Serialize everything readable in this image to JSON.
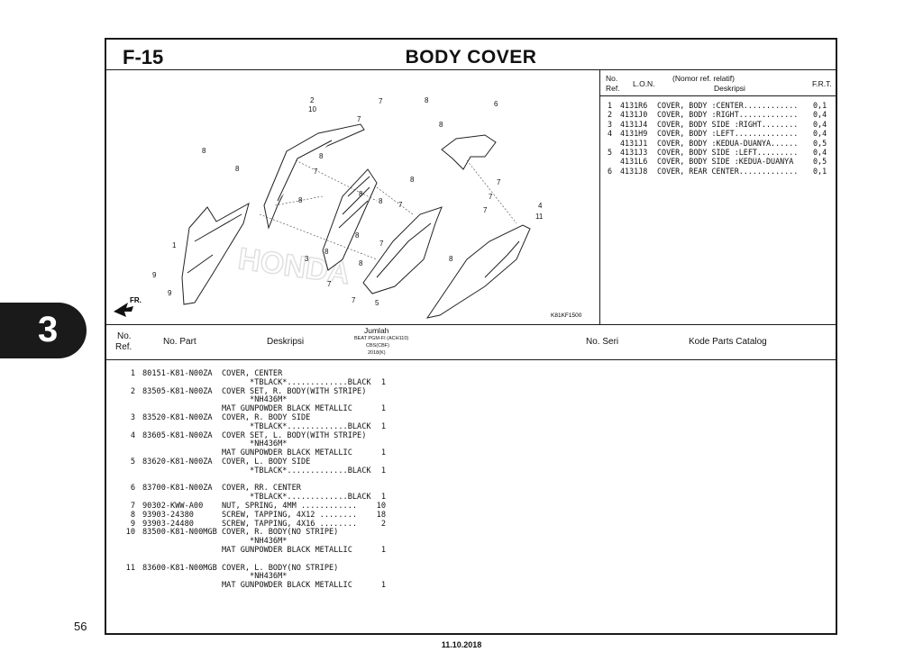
{
  "section_tab": "3",
  "header": {
    "code": "F-15",
    "title": "BODY COVER"
  },
  "diagram": {
    "drawing_code": "K81KF1500",
    "watermark": "HONDA",
    "arrow_label": "FR.",
    "callouts": {
      "c2": "2",
      "c10": "10",
      "c7a": "7",
      "c7b": "7",
      "c8top": "8",
      "c6": "6",
      "c8top2": "8",
      "c8a": "8",
      "c8b": "8",
      "c8c": "8",
      "c7c": "7",
      "c8d": "8",
      "c7d": "7",
      "c8e": "8",
      "c8f": "8",
      "c8g": "8",
      "c7e": "7",
      "c8h": "8",
      "c8i": "8",
      "c3": "3",
      "c8j": "8",
      "c7f": "7",
      "c7g": "7",
      "c5": "5",
      "c1": "1",
      "c9a": "9",
      "c9b": "9",
      "c7h": "7",
      "c7i": "7",
      "c7j": "7",
      "c4": "4",
      "c11": "11",
      "c8k": "8"
    }
  },
  "ref_table": {
    "headers": {
      "no": "No.",
      "ref": "Ref.",
      "lon": "L.O.N.",
      "nomor": "(Nomor ref. relatif)",
      "deskripsi": "Deskripsi",
      "frt": "F.R.T."
    },
    "rows": [
      {
        "no": "1",
        "lon": "4131R6",
        "desc": "COVER, BODY :CENTER............",
        "frt": "0,1"
      },
      {
        "no": "2",
        "lon": "4131J0",
        "desc": "COVER, BODY :RIGHT.............",
        "frt": "0,4"
      },
      {
        "no": "3",
        "lon": "4131J4",
        "desc": "COVER, BODY SIDE :RIGHT........",
        "frt": "0,4"
      },
      {
        "no": "4",
        "lon": "4131H9",
        "desc": "COVER, BODY :LEFT..............",
        "frt": "0,4"
      },
      {
        "no": "",
        "lon": "4131J1",
        "desc": "COVER, BODY :KEDUA-DUANYA......",
        "frt": "0,5"
      },
      {
        "no": "5",
        "lon": "4131J3",
        "desc": "COVER, BODY SIDE :LEFT.........",
        "frt": "0,4"
      },
      {
        "no": "",
        "lon": "4131L6",
        "desc": "COVER, BODY SIDE :KEDUA-DUANYA",
        "frt": "0,5"
      },
      {
        "no": "6",
        "lon": "4131J8",
        "desc": "COVER, REAR CENTER.............",
        "frt": "0,1"
      }
    ]
  },
  "list_header": {
    "no": "No.",
    "ref": "Ref.",
    "part": "No. Part",
    "deskripsi": "Deskripsi",
    "jumlah": "Jumlah",
    "model1": "BEAT PGM-FI (ACH110)",
    "model2": "CBS(CBF)",
    "model3": "2018(K)",
    "seri": "No. Seri",
    "kode": "Kode Parts Catalog"
  },
  "parts": [
    {
      "ref": "1",
      "part": "80151-K81-N00ZA",
      "desc": "COVER, CENTER",
      "qty": ""
    },
    {
      "ref": "",
      "part": "",
      "desc": "      *TBLACK*.............BLACK",
      "qty": "1"
    },
    {
      "ref": "2",
      "part": "83505-K81-N00ZA",
      "desc": "COVER SET, R. BODY(WITH STRIPE)",
      "qty": ""
    },
    {
      "ref": "",
      "part": "",
      "desc": "      *NH436M*",
      "qty": ""
    },
    {
      "ref": "",
      "part": "",
      "desc": "MAT GUNPOWDER BLACK METALLIC",
      "qty": "1"
    },
    {
      "ref": "3",
      "part": "83520-K81-N00ZA",
      "desc": "COVER, R. BODY SIDE",
      "qty": ""
    },
    {
      "ref": "",
      "part": "",
      "desc": "      *TBLACK*.............BLACK",
      "qty": "1"
    },
    {
      "ref": "4",
      "part": "83605-K81-N00ZA",
      "desc": "COVER SET, L. BODY(WITH STRIPE)",
      "qty": ""
    },
    {
      "ref": "",
      "part": "",
      "desc": "      *NH436M*",
      "qty": ""
    },
    {
      "ref": "",
      "part": "",
      "desc": "MAT GUNPOWDER BLACK METALLIC",
      "qty": "1"
    },
    {
      "ref": "5",
      "part": "83620-K81-N00ZA",
      "desc": "COVER, L. BODY SIDE",
      "qty": ""
    },
    {
      "ref": "",
      "part": "",
      "desc": "      *TBLACK*.............BLACK",
      "qty": "1"
    },
    {
      "ref": "",
      "part": "",
      "desc": "",
      "qty": ""
    },
    {
      "ref": "6",
      "part": "83700-K81-N00ZA",
      "desc": "COVER, RR. CENTER",
      "qty": ""
    },
    {
      "ref": "",
      "part": "",
      "desc": "      *TBLACK*.............BLACK",
      "qty": "1"
    },
    {
      "ref": "7",
      "part": "90302-KWW-A00",
      "desc": "NUT, SPRING, 4MM ............",
      "qty": "10"
    },
    {
      "ref": "8",
      "part": "93903-24380",
      "desc": "SCREW, TAPPING, 4X12 ........",
      "qty": "18"
    },
    {
      "ref": "9",
      "part": "93903-24480",
      "desc": "SCREW, TAPPING, 4X16 ........",
      "qty": "2"
    },
    {
      "ref": "10",
      "part": "83500-K81-N00MGB",
      "desc": "COVER, R. BODY(NO STRIPE)",
      "qty": ""
    },
    {
      "ref": "",
      "part": "",
      "desc": "      *NH436M*",
      "qty": ""
    },
    {
      "ref": "",
      "part": "",
      "desc": "MAT GUNPOWDER BLACK METALLIC",
      "qty": "1"
    },
    {
      "ref": "",
      "part": "",
      "desc": "",
      "qty": ""
    },
    {
      "ref": "11",
      "part": "83600-K81-N00MGB",
      "desc": "COVER, L. BODY(NO STRIPE)",
      "qty": ""
    },
    {
      "ref": "",
      "part": "",
      "desc": "      *NH436M*",
      "qty": ""
    },
    {
      "ref": "",
      "part": "",
      "desc": "MAT GUNPOWDER BLACK METALLIC",
      "qty": "1"
    }
  ],
  "footer": {
    "page_number": "56",
    "date": "11.10.2018"
  }
}
